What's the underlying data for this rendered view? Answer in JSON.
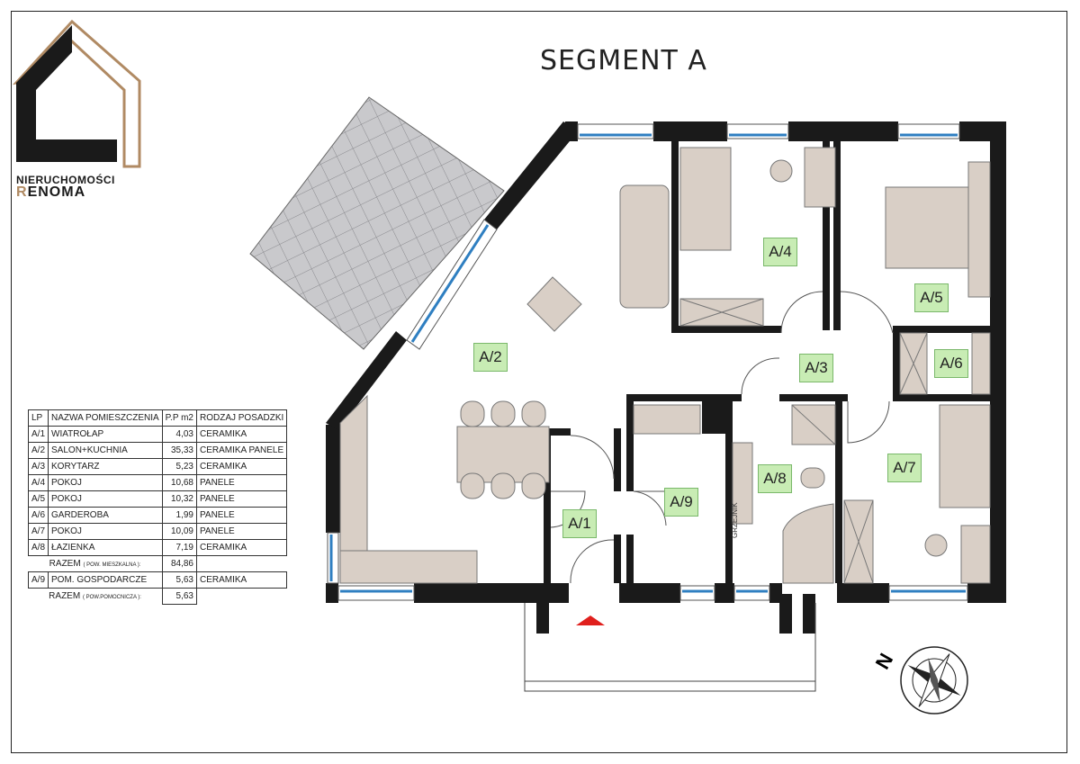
{
  "title": "SEGMENT A",
  "logo": {
    "line1": "NIERUCHOMOŚCI",
    "line2_first": "R",
    "line2_rest": "ENOMA",
    "colors": {
      "dark": "#1a1a1a",
      "accent": "#b08a63"
    }
  },
  "rooms": [
    {
      "id": "A/1"
    },
    {
      "id": "A/2"
    },
    {
      "id": "A/3"
    },
    {
      "id": "A/4"
    },
    {
      "id": "A/5"
    },
    {
      "id": "A/6"
    },
    {
      "id": "A/7"
    },
    {
      "id": "A/8"
    },
    {
      "id": "A/9"
    }
  ],
  "label_color": "#c8ecb4",
  "radiator_label": "GRZEJNIK",
  "north_label": "N",
  "table": {
    "headers": [
      "LP",
      "NAZWA POMIESZCZENIA",
      "P.P m2",
      "RODZAJ POSADZKI"
    ],
    "rows": [
      [
        "A/1",
        "WIATROŁAP",
        "4,03",
        "CERAMIKA"
      ],
      [
        "A/2",
        "SALON+KUCHNIA",
        "35,33",
        "CERAMIKA PANELE"
      ],
      [
        "A/3",
        "KORYTARZ",
        "5,23",
        "CERAMIKA"
      ],
      [
        "A/4",
        "POKOJ",
        "10,68",
        "PANELE"
      ],
      [
        "A/5",
        "POKOJ",
        "10,32",
        "PANELE"
      ],
      [
        "A/6",
        "GARDEROBA",
        "1,99",
        "PANELE"
      ],
      [
        "A/7",
        "POKOJ",
        "10,09",
        "PANELE"
      ],
      [
        "A/8",
        "ŁAZIENKA",
        "7,19",
        "CERAMIKA"
      ]
    ],
    "total1": {
      "label": "RAZEM",
      "sub": "( POW. MIESZKALNA ):",
      "value": "84,86"
    },
    "row9": [
      "A/9",
      "POM. GOSPODARCZE",
      "5,63",
      "CERAMIKA"
    ],
    "total2": {
      "label": "RAZEM",
      "sub": "( POW.POMOCNICZA ):",
      "value": "5,63"
    }
  }
}
